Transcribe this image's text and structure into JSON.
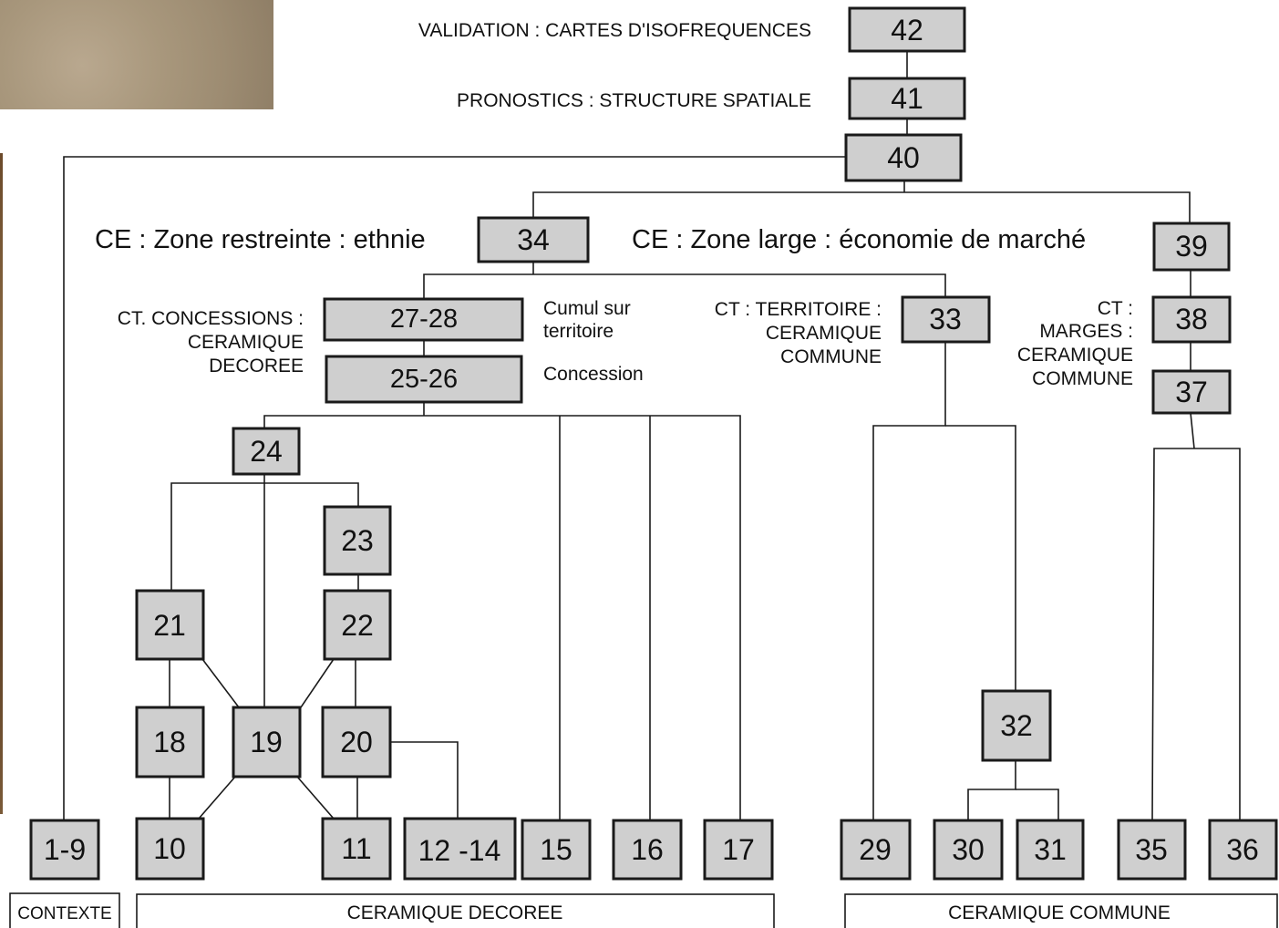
{
  "labels": {
    "validation": "VALIDATION : CARTES D'ISOFREQUENCES",
    "pronostics": "PRONOSTICS : STRUCTURE SPATIALE",
    "ce_restreinte": "CE : Zone restreinte : ethnie",
    "ce_large": "CE : Zone large : économie de marché",
    "ct_concessions": [
      "CT. CONCESSIONS :",
      "CERAMIQUE",
      "DECOREE"
    ],
    "cumul": [
      "Cumul sur",
      "territoire"
    ],
    "concession": "Concession",
    "ct_territoire": [
      "CT : TERRITOIRE :",
      "CERAMIQUE",
      "COMMUNE"
    ],
    "ct_marges": [
      "CT :",
      "MARGES :",
      "CERAMIQUE",
      "COMMUNE"
    ]
  },
  "nodes": {
    "n42": "42",
    "n41": "41",
    "n40": "40",
    "n34": "34",
    "n39": "39",
    "n2728": "27-28",
    "n2526": "25-26",
    "n33": "33",
    "n38": "38",
    "n37": "37",
    "n24": "24",
    "n23": "23",
    "n21": "21",
    "n22": "22",
    "n18": "18",
    "n19": "19",
    "n20": "20",
    "n32": "32",
    "n19b": "1-9",
    "n10": "10",
    "n11": "11",
    "n1214": "12 -14",
    "n15": "15",
    "n16": "16",
    "n17": "17",
    "n29": "29",
    "n30": "30",
    "n31": "31",
    "n35": "35",
    "n36": "36"
  },
  "groups": {
    "contexte": "CONTEXTE",
    "decoree": "CERAMIQUE DECOREE",
    "commune": "CERAMIQUE COMMUNE"
  }
}
